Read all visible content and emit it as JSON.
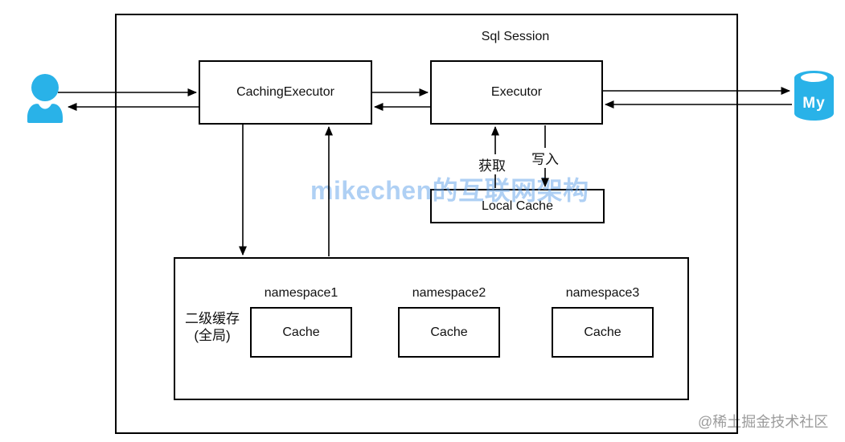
{
  "diagram": {
    "session_title": "Sql Session",
    "caching_executor": "CachingExecutor",
    "executor": "Executor",
    "local_cache": "Local Cache",
    "second_level_cache": {
      "line1": "二级缓存",
      "line2": "(全局)"
    },
    "namespaces": [
      {
        "label": "namespace1",
        "cache_label": "Cache"
      },
      {
        "label": "namespace2",
        "cache_label": "Cache"
      },
      {
        "label": "namespace3",
        "cache_label": "Cache"
      }
    ],
    "edge_labels": {
      "get": "获取",
      "write": "写入"
    },
    "mysql_icon_text": "My",
    "colors": {
      "icon_blue": "#29b2e8",
      "line_black": "#000000",
      "watermark_blue": "rgba(110,170,235,0.55)",
      "watermark_gray": "#9b9b9b"
    }
  },
  "watermarks": {
    "center": "mikechen的互联网架构",
    "bottom_right": "@稀土掘金技术社区"
  }
}
